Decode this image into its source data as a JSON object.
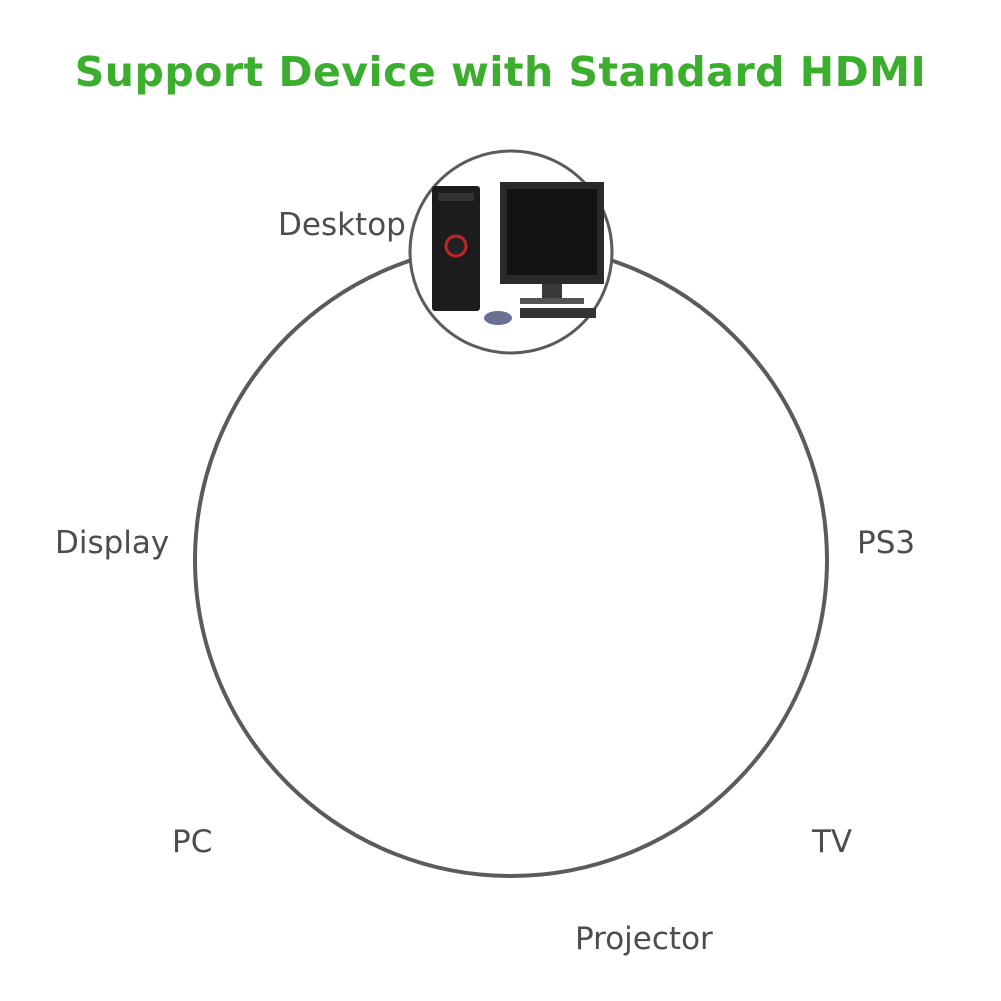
{
  "title": "Support Device with Standard HDMI",
  "devices": {
    "desktop": "Desktop",
    "display": "Display",
    "ps3": "PS3",
    "pc": "PC",
    "tv": "TV",
    "projector": "Projector"
  },
  "colors": {
    "title": "#3cae2e",
    "ring": "#5b5b5b",
    "label": "#4d4d4d",
    "adapter": "#151515",
    "gold": "#d9ad3a"
  },
  "icons": [
    "desktop-icon",
    "display-icon",
    "ps3-icon",
    "pc-icon",
    "tv-icon",
    "projector-icon",
    "hdmi-adapter"
  ]
}
